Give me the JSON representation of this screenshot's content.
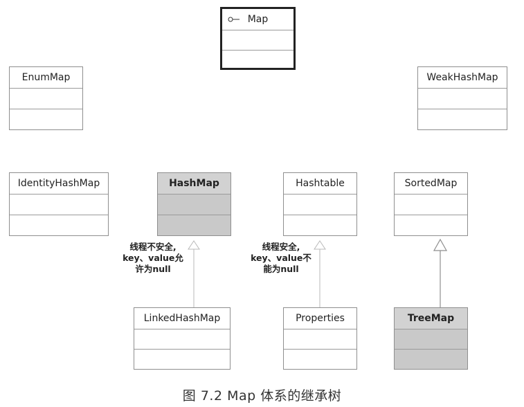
{
  "classes": {
    "map": "Map",
    "enum_map": "EnumMap",
    "weak_hash_map": "WeakHashMap",
    "identity_hash_map": "IdentityHashMap",
    "hash_map": "HashMap",
    "hashtable": "Hashtable",
    "sorted_map": "SortedMap",
    "linked_hash_map": "LinkedHashMap",
    "properties": "Properties",
    "tree_map": "TreeMap"
  },
  "notes": {
    "hash_map": [
      "线程不安全,",
      "key、value允",
      "许为null"
    ],
    "hashtable": [
      "线程安全,",
      "key、value不",
      "能为null"
    ]
  },
  "caption": "图 7.2   Map 体系的继承树",
  "icons": {
    "map_interface": "interface-lollipop-icon"
  },
  "colors": {
    "shaded_class_fill": "#c9c9c9",
    "border": "#8e8e8e",
    "edge": "#b0b0b0"
  }
}
